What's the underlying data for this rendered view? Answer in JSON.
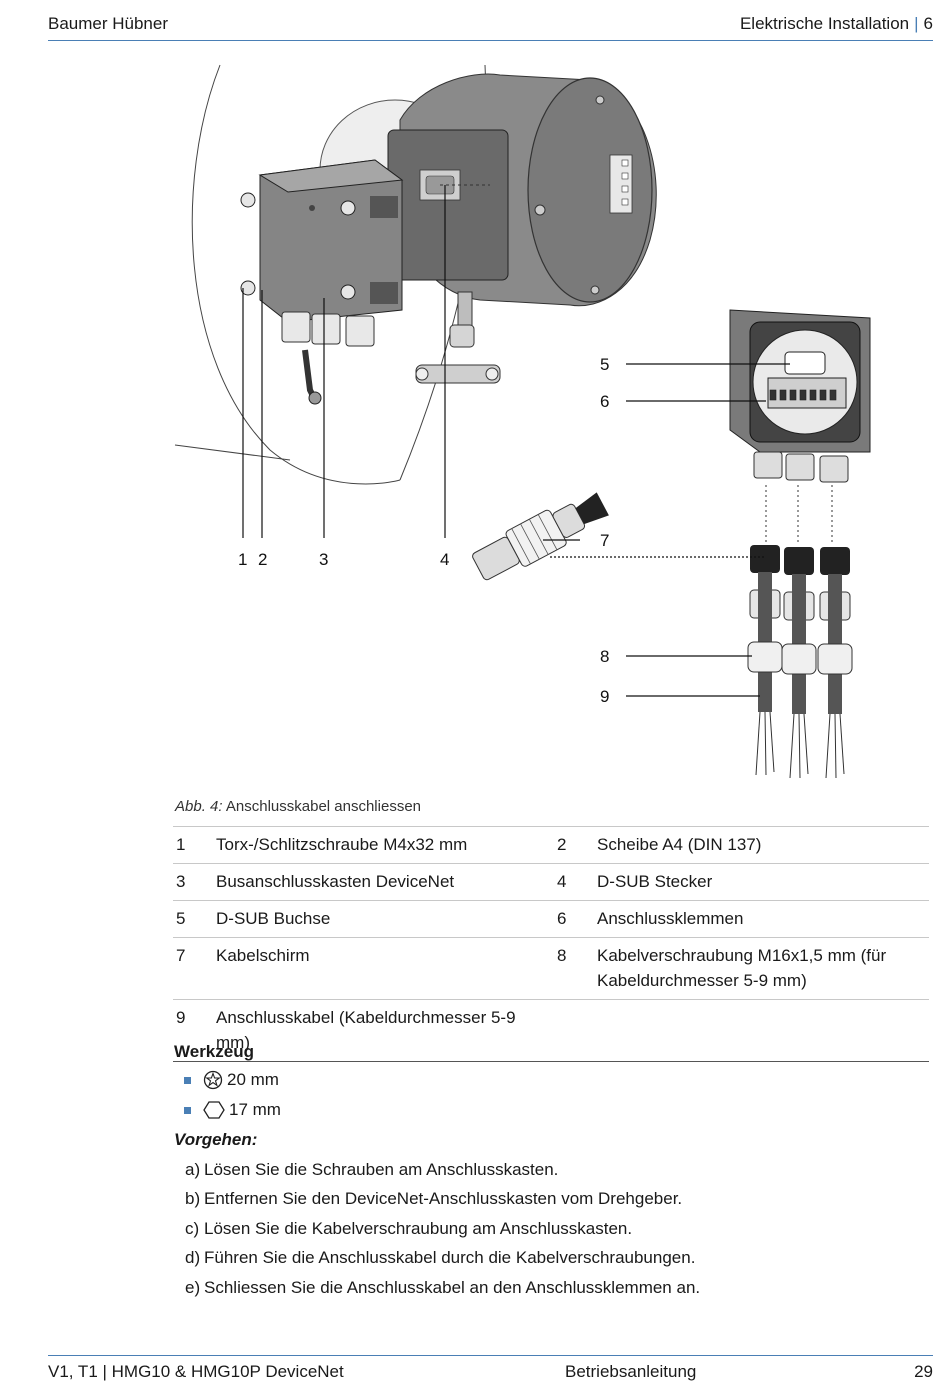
{
  "header": {
    "left": "Baumer Hübner",
    "right_title": "Elektrische Installation",
    "right_sep": "|",
    "right_chapter": "6"
  },
  "figure": {
    "callouts": [
      "1",
      "2",
      "3",
      "4",
      "5",
      "6",
      "7",
      "8",
      "9"
    ]
  },
  "caption": {
    "prefix": "Abb. 4:",
    "text": "Anschlusskabel anschliessen"
  },
  "legend": [
    {
      "n1": "1",
      "t1": "Torx-/Schlitzschraube M4x32 mm",
      "n2": "2",
      "t2": "Scheibe A4 (DIN 137)"
    },
    {
      "n1": "3",
      "t1": "Busanschlusskasten DeviceNet",
      "n2": "4",
      "t2": "D-SUB Stecker"
    },
    {
      "n1": "5",
      "t1": "D-SUB Buchse",
      "n2": "6",
      "t2": "Anschlussklemmen"
    },
    {
      "n1": "7",
      "t1": "Kabelschirm",
      "n2": "8",
      "t2": "Kabelverschraubung M16x1,5 mm (für Kabeldurchmesser 5-9 mm)"
    },
    {
      "n1": "9",
      "t1": "Anschlusskabel (Kabeldurchmesser 5-9 mm)",
      "n2": "",
      "t2": ""
    }
  ],
  "tools": {
    "title": "Werkzeug",
    "items": [
      {
        "icon": "torx-icon",
        "text": "20 mm"
      },
      {
        "icon": "hex-icon",
        "text": "17 mm"
      }
    ]
  },
  "procedure": {
    "title": "Vorgehen:",
    "steps": [
      {
        "label": "a)",
        "text": "Lösen Sie die Schrauben am Anschlusskasten."
      },
      {
        "label": "b)",
        "text": "Entfernen Sie den DeviceNet-Anschlusskasten vom Drehgeber."
      },
      {
        "label": "c)",
        "text": "Lösen Sie die Kabelverschraubung am Anschlusskasten."
      },
      {
        "label": "d)",
        "text": "Führen Sie die Anschlusskabel durch die Kabelverschraubungen."
      },
      {
        "label": "e)",
        "text": "Schliessen Sie die Anschlusskabel an den Anschlussklemmen an."
      }
    ]
  },
  "footer": {
    "left": "V1, T1 | HMG10 & HMG10P DeviceNet",
    "mid": "Betriebsanleitung",
    "right": "29"
  },
  "colors": {
    "accent": "#4a7fb5",
    "device_gray": "#7d7d7d"
  }
}
